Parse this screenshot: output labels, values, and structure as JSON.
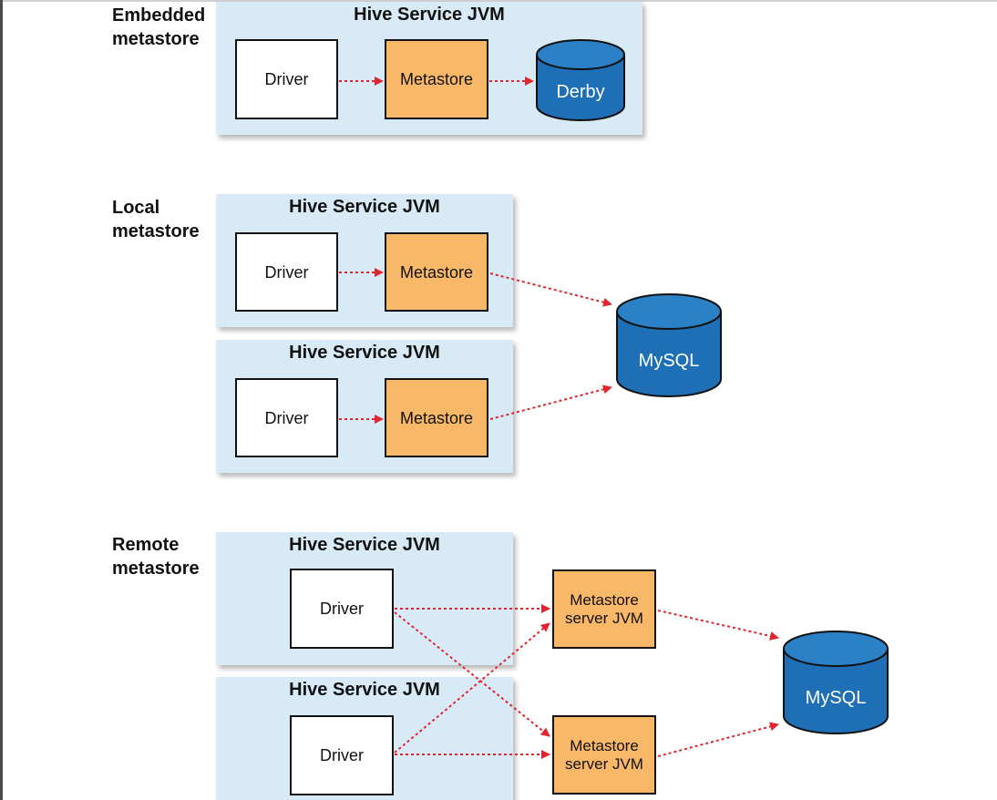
{
  "sections": {
    "embedded": {
      "label_line1": "Embedded",
      "label_line2": "metastore"
    },
    "local": {
      "label_line1": "Local",
      "label_line2": "metastore"
    },
    "remote": {
      "label_line1": "Remote",
      "label_line2": "metastore"
    }
  },
  "jvm_title": "Hive Service JVM",
  "driver_label": "Driver",
  "metastore_label": "Metastore",
  "metastore_server": {
    "line1": "Metastore",
    "line2": "server JVM"
  },
  "databases": {
    "derby": "Derby",
    "mysql": "MySQL"
  },
  "colors": {
    "jvm_background": "#d7eaf6",
    "metastore_fill": "#f8b868",
    "database_fill": "#1f6fb6",
    "arrow": "#e0262e"
  },
  "icons": {
    "database": "database-cylinder-icon",
    "arrow": "dotted-arrow-icon"
  }
}
